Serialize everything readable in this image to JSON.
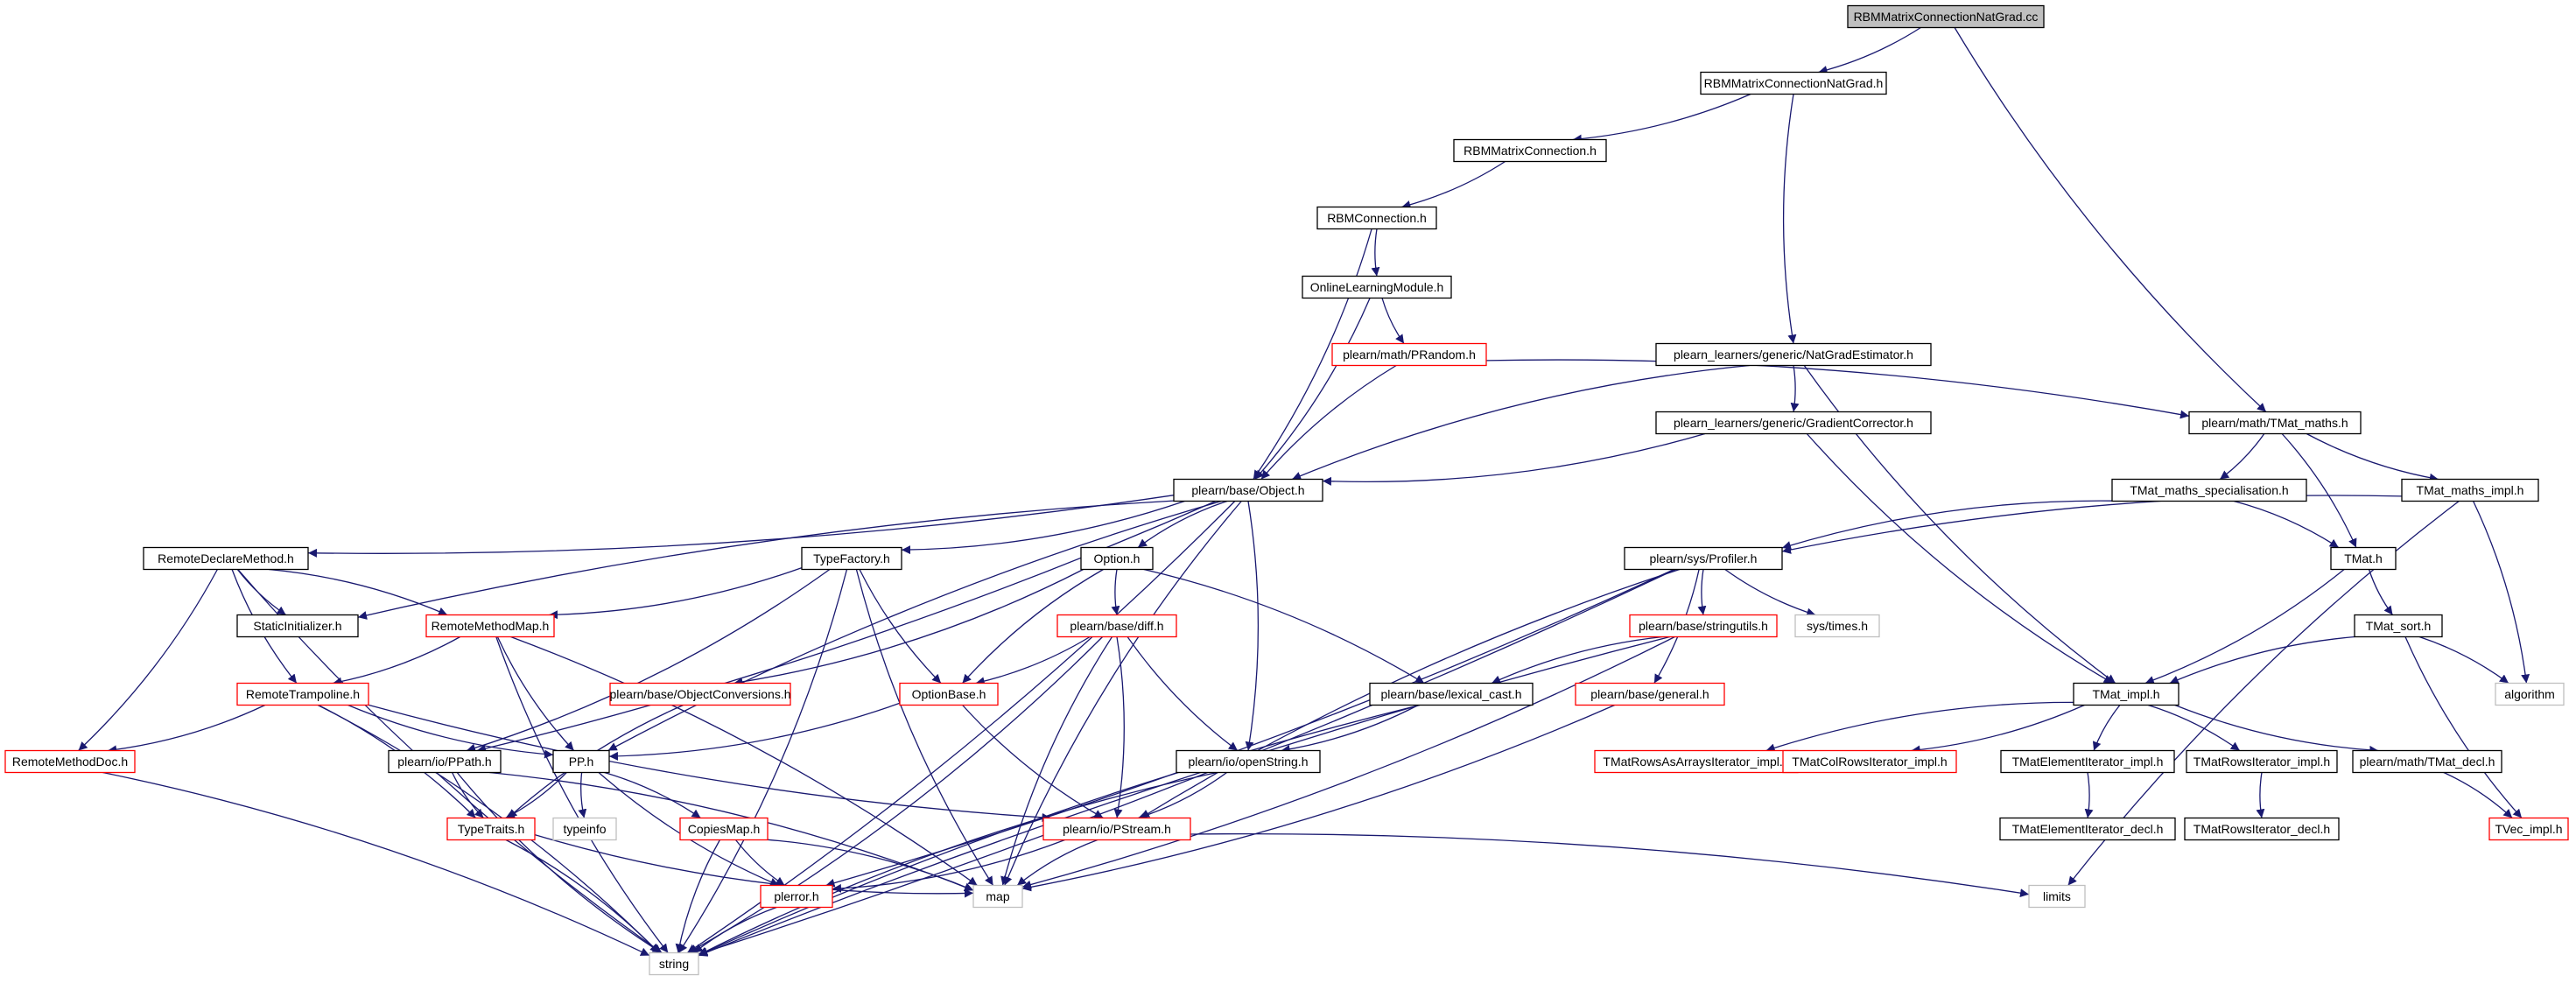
{
  "graph": {
    "colors": {
      "edge": "#191970",
      "node_border_normal": "#000000",
      "node_border_truncated": "#ff0000",
      "node_border_system": "#bfbfbf",
      "node_fill_root": "#bfbfbf",
      "node_fill": "#ffffff"
    },
    "nodes": {
      "rbm_nat_cc": {
        "label": "RBMMatrixConnectionNatGrad.cc",
        "kind": "root"
      },
      "rbm_nat_h": {
        "label": "RBMMatrixConnectionNatGrad.h",
        "kind": "normal"
      },
      "rbm_matrix_connection": {
        "label": "RBMMatrixConnection.h",
        "kind": "normal"
      },
      "rbm_connection": {
        "label": "RBMConnection.h",
        "kind": "normal"
      },
      "online_learning_module": {
        "label": "OnlineLearningModule.h",
        "kind": "normal"
      },
      "prandom": {
        "label": "plearn/math/PRandom.h",
        "kind": "truncated"
      },
      "nat_grad_estimator": {
        "label": "plearn_learners/generic/NatGradEstimator.h",
        "kind": "normal"
      },
      "gradient_corrector": {
        "label": "plearn_learners/generic/GradientCorrector.h",
        "kind": "normal"
      },
      "tmat_maths": {
        "label": "plearn/math/TMat_maths.h",
        "kind": "normal"
      },
      "object": {
        "label": "plearn/base/Object.h",
        "kind": "normal"
      },
      "tmat_maths_spec": {
        "label": "TMat_maths_specialisation.h",
        "kind": "normal"
      },
      "tmat_maths_impl": {
        "label": "TMat_maths_impl.h",
        "kind": "normal"
      },
      "remote_declare_method": {
        "label": "RemoteDeclareMethod.h",
        "kind": "normal"
      },
      "type_factory": {
        "label": "TypeFactory.h",
        "kind": "normal"
      },
      "option": {
        "label": "Option.h",
        "kind": "normal"
      },
      "profiler": {
        "label": "plearn/sys/Profiler.h",
        "kind": "normal"
      },
      "tmat": {
        "label": "TMat.h",
        "kind": "normal"
      },
      "static_initializer": {
        "label": "StaticInitializer.h",
        "kind": "normal"
      },
      "remote_method_map": {
        "label": "RemoteMethodMap.h",
        "kind": "truncated"
      },
      "diff": {
        "label": "plearn/base/diff.h",
        "kind": "truncated"
      },
      "stringutils": {
        "label": "plearn/base/stringutils.h",
        "kind": "truncated"
      },
      "sys_times": {
        "label": "sys/times.h",
        "kind": "system"
      },
      "tmat_sort": {
        "label": "TMat_sort.h",
        "kind": "normal"
      },
      "remote_trampoline": {
        "label": "RemoteTrampoline.h",
        "kind": "truncated"
      },
      "object_conversions": {
        "label": "plearn/base/ObjectConversions.h",
        "kind": "truncated"
      },
      "option_base": {
        "label": "OptionBase.h",
        "kind": "truncated"
      },
      "lexical_cast": {
        "label": "plearn/base/lexical_cast.h",
        "kind": "normal"
      },
      "general": {
        "label": "plearn/base/general.h",
        "kind": "truncated"
      },
      "tmat_impl": {
        "label": "TMat_impl.h",
        "kind": "normal"
      },
      "algorithm": {
        "label": "algorithm",
        "kind": "system"
      },
      "remote_method_doc": {
        "label": "RemoteMethodDoc.h",
        "kind": "truncated"
      },
      "ppath": {
        "label": "plearn/io/PPath.h",
        "kind": "normal"
      },
      "pp": {
        "label": "PP.h",
        "kind": "normal"
      },
      "open_string": {
        "label": "plearn/io/openString.h",
        "kind": "normal"
      },
      "rows_as_arrays_iter": {
        "label": "TMatRowsAsArraysIterator_impl.h",
        "kind": "truncated"
      },
      "col_rows_iter": {
        "label": "TMatColRowsIterator_impl.h",
        "kind": "truncated"
      },
      "elem_iter_impl": {
        "label": "TMatElementIterator_impl.h",
        "kind": "normal"
      },
      "rows_iter_impl": {
        "label": "TMatRowsIterator_impl.h",
        "kind": "normal"
      },
      "tmat_decl": {
        "label": "plearn/math/TMat_decl.h",
        "kind": "normal"
      },
      "type_traits": {
        "label": "TypeTraits.h",
        "kind": "truncated"
      },
      "typeinfo": {
        "label": "typeinfo",
        "kind": "system"
      },
      "copies_map": {
        "label": "CopiesMap.h",
        "kind": "truncated"
      },
      "pstream": {
        "label": "plearn/io/PStream.h",
        "kind": "truncated"
      },
      "elem_iter_decl": {
        "label": "TMatElementIterator_decl.h",
        "kind": "normal"
      },
      "rows_iter_decl": {
        "label": "TMatRowsIterator_decl.h",
        "kind": "normal"
      },
      "tvec_impl": {
        "label": "TVec_impl.h",
        "kind": "truncated"
      },
      "perror": {
        "label": "plerror.h",
        "kind": "truncated"
      },
      "map": {
        "label": "map",
        "kind": "system"
      },
      "limits": {
        "label": "limits",
        "kind": "system"
      },
      "string": {
        "label": "string",
        "kind": "system"
      }
    },
    "edges": [
      [
        "rbm_nat_cc",
        "rbm_nat_h"
      ],
      [
        "rbm_nat_cc",
        "tmat_maths"
      ],
      [
        "rbm_nat_h",
        "rbm_matrix_connection"
      ],
      [
        "rbm_nat_h",
        "nat_grad_estimator"
      ],
      [
        "rbm_matrix_connection",
        "rbm_connection"
      ],
      [
        "rbm_connection",
        "online_learning_module"
      ],
      [
        "rbm_connection",
        "object"
      ],
      [
        "online_learning_module",
        "prandom"
      ],
      [
        "online_learning_module",
        "object"
      ],
      [
        "prandom",
        "object"
      ],
      [
        "prandom",
        "tmat_maths"
      ],
      [
        "nat_grad_estimator",
        "object"
      ],
      [
        "nat_grad_estimator",
        "gradient_corrector"
      ],
      [
        "nat_grad_estimator",
        "tmat_impl"
      ],
      [
        "gradient_corrector",
        "object"
      ],
      [
        "gradient_corrector",
        "tmat_impl"
      ],
      [
        "tmat_maths",
        "tmat_maths_spec"
      ],
      [
        "tmat_maths",
        "tmat_maths_impl"
      ],
      [
        "tmat_maths",
        "tmat"
      ],
      [
        "tmat_maths_spec",
        "profiler"
      ],
      [
        "tmat_maths_spec",
        "tmat"
      ],
      [
        "tmat_maths_impl",
        "profiler"
      ],
      [
        "tmat_maths_impl",
        "algorithm"
      ],
      [
        "tmat_maths_impl",
        "limits"
      ],
      [
        "object",
        "remote_declare_method"
      ],
      [
        "object",
        "static_initializer"
      ],
      [
        "object",
        "type_factory"
      ],
      [
        "object",
        "option"
      ],
      [
        "object",
        "ppath"
      ],
      [
        "object",
        "pp"
      ],
      [
        "object",
        "open_string"
      ],
      [
        "object",
        "map"
      ],
      [
        "object",
        "string"
      ],
      [
        "remote_declare_method",
        "static_initializer"
      ],
      [
        "remote_declare_method",
        "remote_method_map"
      ],
      [
        "remote_declare_method",
        "remote_trampoline"
      ],
      [
        "remote_declare_method",
        "remote_method_doc"
      ],
      [
        "remote_declare_method",
        "string"
      ],
      [
        "type_factory",
        "remote_method_map"
      ],
      [
        "type_factory",
        "option_base"
      ],
      [
        "type_factory",
        "ppath"
      ],
      [
        "type_factory",
        "map"
      ],
      [
        "type_factory",
        "string"
      ],
      [
        "option",
        "diff"
      ],
      [
        "option",
        "object_conversions"
      ],
      [
        "option",
        "option_base"
      ],
      [
        "option",
        "lexical_cast"
      ],
      [
        "profiler",
        "stringutils"
      ],
      [
        "profiler",
        "general"
      ],
      [
        "profiler",
        "sys_times"
      ],
      [
        "profiler",
        "perror"
      ],
      [
        "profiler",
        "pstream"
      ],
      [
        "profiler",
        "string"
      ],
      [
        "tmat",
        "tmat_sort"
      ],
      [
        "tmat",
        "tmat_impl"
      ],
      [
        "tmat_sort",
        "tmat_impl"
      ],
      [
        "tmat_sort",
        "algorithm"
      ],
      [
        "tmat_sort",
        "tvec_impl"
      ],
      [
        "remote_method_map",
        "remote_trampoline"
      ],
      [
        "remote_method_map",
        "pp"
      ],
      [
        "remote_method_map",
        "map"
      ],
      [
        "remote_method_map",
        "string"
      ],
      [
        "diff",
        "option_base"
      ],
      [
        "diff",
        "open_string"
      ],
      [
        "diff",
        "pstream"
      ],
      [
        "diff",
        "map"
      ],
      [
        "diff",
        "string"
      ],
      [
        "stringutils",
        "lexical_cast"
      ],
      [
        "stringutils",
        "map"
      ],
      [
        "stringutils",
        "string"
      ],
      [
        "remote_trampoline",
        "remote_method_doc"
      ],
      [
        "remote_trampoline",
        "pp"
      ],
      [
        "remote_trampoline",
        "type_traits"
      ],
      [
        "remote_trampoline",
        "pstream"
      ],
      [
        "remote_trampoline",
        "string"
      ],
      [
        "object_conversions",
        "type_traits"
      ],
      [
        "option_base",
        "pp"
      ],
      [
        "option_base",
        "pstream"
      ],
      [
        "lexical_cast",
        "open_string"
      ],
      [
        "lexical_cast",
        "string"
      ],
      [
        "general",
        "map"
      ],
      [
        "tmat_impl",
        "rows_as_arrays_iter"
      ],
      [
        "tmat_impl",
        "col_rows_iter"
      ],
      [
        "tmat_impl",
        "elem_iter_impl"
      ],
      [
        "tmat_impl",
        "rows_iter_impl"
      ],
      [
        "tmat_impl",
        "tmat_decl"
      ],
      [
        "remote_method_doc",
        "string"
      ],
      [
        "ppath",
        "type_traits"
      ],
      [
        "ppath",
        "map"
      ],
      [
        "ppath",
        "string"
      ],
      [
        "pp",
        "type_traits"
      ],
      [
        "pp",
        "typeinfo"
      ],
      [
        "pp",
        "copies_map"
      ],
      [
        "pp",
        "perror"
      ],
      [
        "open_string",
        "pstream"
      ],
      [
        "open_string",
        "string"
      ],
      [
        "elem_iter_impl",
        "elem_iter_decl"
      ],
      [
        "rows_iter_impl",
        "rows_iter_decl"
      ],
      [
        "tmat_decl",
        "tvec_impl"
      ],
      [
        "type_traits",
        "map"
      ],
      [
        "type_traits",
        "string"
      ],
      [
        "copies_map",
        "perror"
      ],
      [
        "copies_map",
        "map"
      ],
      [
        "copies_map",
        "string"
      ],
      [
        "pstream",
        "perror"
      ],
      [
        "pstream",
        "map"
      ],
      [
        "pstream",
        "limits"
      ],
      [
        "perror",
        "string"
      ]
    ]
  }
}
